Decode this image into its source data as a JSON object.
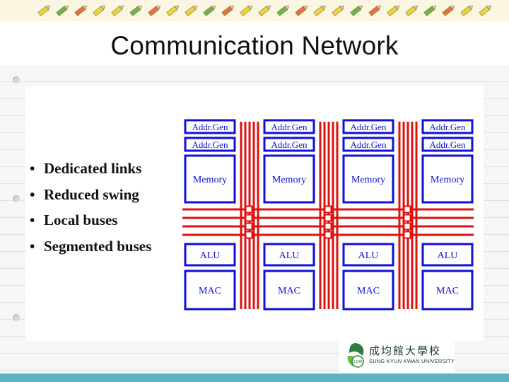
{
  "slide": {
    "title": "Communication Network",
    "bullets": [
      "Dedicated links",
      "Reduced swing",
      "Local buses",
      "Segmented buses"
    ],
    "bullet_symbol": "•"
  },
  "diagram": {
    "columns": [
      {
        "addr_gen_1": "Addr.Gen",
        "addr_gen_2": "Addr.Gen",
        "memory": "Memory",
        "alu": "ALU",
        "mac": "MAC"
      },
      {
        "addr_gen_1": "Addr.Gen",
        "addr_gen_2": "Addr.Gen",
        "memory": "Memory",
        "alu": "ALU",
        "mac": "MAC"
      },
      {
        "addr_gen_1": "Addr.Gen",
        "addr_gen_2": "Addr.Gen",
        "memory": "Memory",
        "alu": "ALU",
        "mac": "MAC"
      },
      {
        "addr_gen_1": "Addr.Gen",
        "addr_gen_2": "Addr.Gen",
        "memory": "Memory",
        "alu": "ALU",
        "mac": "MAC"
      }
    ],
    "colors": {
      "block_border": "#1010d8",
      "bus": "#e01010",
      "switch": "#e01010"
    }
  },
  "logo": {
    "chinese_name": "成均館大學校",
    "english_name": "SUNG KYUN KWAN UNIVERSITY"
  },
  "theme": {
    "accent_bar": "#5db3c4",
    "pencil_colors": [
      "#f2d43a",
      "#6bb84a",
      "#e8733a",
      "#f2d43a"
    ]
  }
}
